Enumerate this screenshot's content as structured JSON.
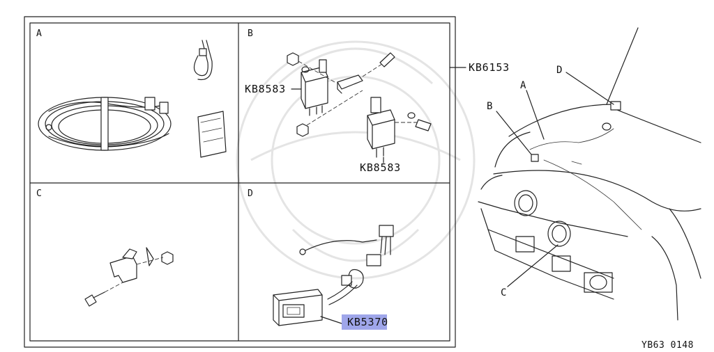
{
  "panels": [
    {
      "letter": "A"
    },
    {
      "letter": "B"
    },
    {
      "letter": "C"
    },
    {
      "letter": "D"
    }
  ],
  "part_numbers": {
    "kit": "KB6153",
    "relay_top": "KB8583",
    "relay_bottom": "KB8583",
    "switch": "KB5370"
  },
  "vehicle_callouts": {
    "a": "A",
    "b": "B",
    "c": "C",
    "d": "D"
  },
  "figure_code": "YB63 0148",
  "colors": {
    "highlight": "#8e96e6",
    "line": "#222222",
    "watermark": "#e4e4e4"
  }
}
